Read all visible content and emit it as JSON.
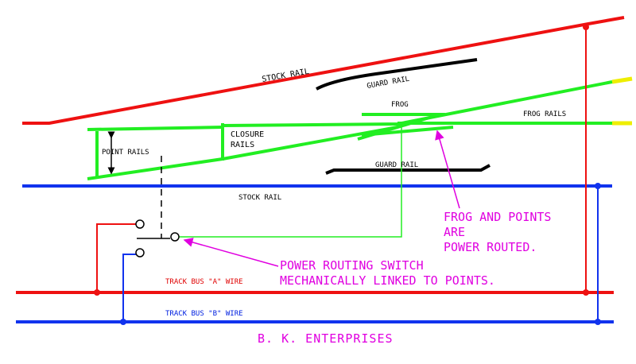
{
  "labels": {
    "stock_rail_top": "STOCK RAIL",
    "guard_rail_top": "GUARD RAIL",
    "frog": "FROG",
    "frog_rails": "FROG RAILS",
    "point_rails": "POINT RAILS",
    "closure_rails_1": "CLOSURE",
    "closure_rails_2": "RAILS",
    "guard_rail_bottom": "GUARD RAIL",
    "stock_rail_bottom": "STOCK RAIL",
    "frog_note_1": "FROG AND POINTS",
    "frog_note_2": "ARE",
    "frog_note_3": "POWER ROUTED.",
    "switch_note_1": "POWER ROUTING SWITCH",
    "switch_note_2": "MECHANICALLY LINKED TO POINTS.",
    "bus_a": "TRACK BUS \"A\" WIRE",
    "bus_b": "TRACK BUS \"B\" WIRE",
    "credit": "B. K. ENTERPRISES"
  },
  "colors": {
    "stock_rail": "#ee1111",
    "point_rails": "#22ee22",
    "bottom_rail": "#1133ee",
    "guard_rail": "#000000",
    "annotation": "#e000e0",
    "rail_ends": "#eeee00"
  }
}
